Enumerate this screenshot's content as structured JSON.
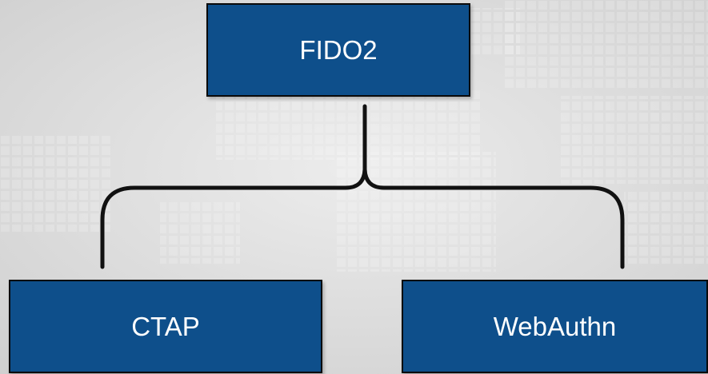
{
  "diagram": {
    "root": {
      "label": "FIDO2"
    },
    "children": [
      {
        "label": "CTAP"
      },
      {
        "label": "WebAuthn"
      }
    ]
  },
  "colors": {
    "background_light": "#ececec",
    "background_dark": "#cfcfcf",
    "box_fill": "#0e4f8b",
    "box_border": "#0a0a0a",
    "text": "#ffffff",
    "connector": "#111111"
  }
}
